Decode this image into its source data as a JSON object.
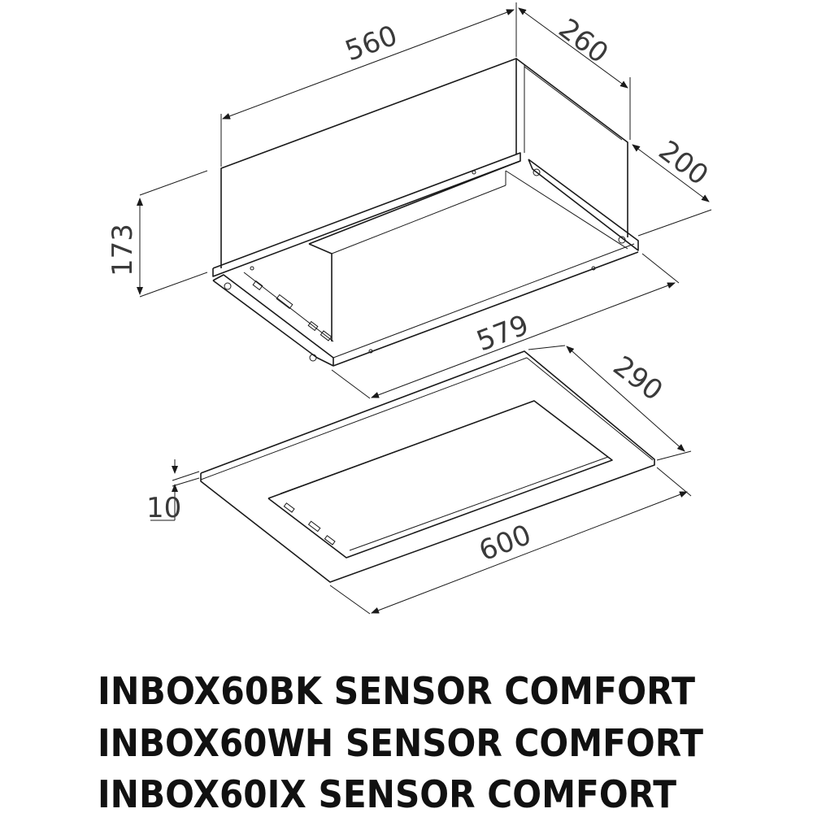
{
  "dimensions": {
    "width_top": "560",
    "depth_top": "260",
    "depth_mid": "200",
    "height": "173",
    "width_flange": "579",
    "depth_panel": "290",
    "panel_thickness": "10",
    "width_panel": "600"
  },
  "models": [
    "INBOX60BK SENSOR COMFORT",
    "INBOX60WH SENSOR COMFORT",
    "INBOX60IX SENSOR COMFORT"
  ]
}
